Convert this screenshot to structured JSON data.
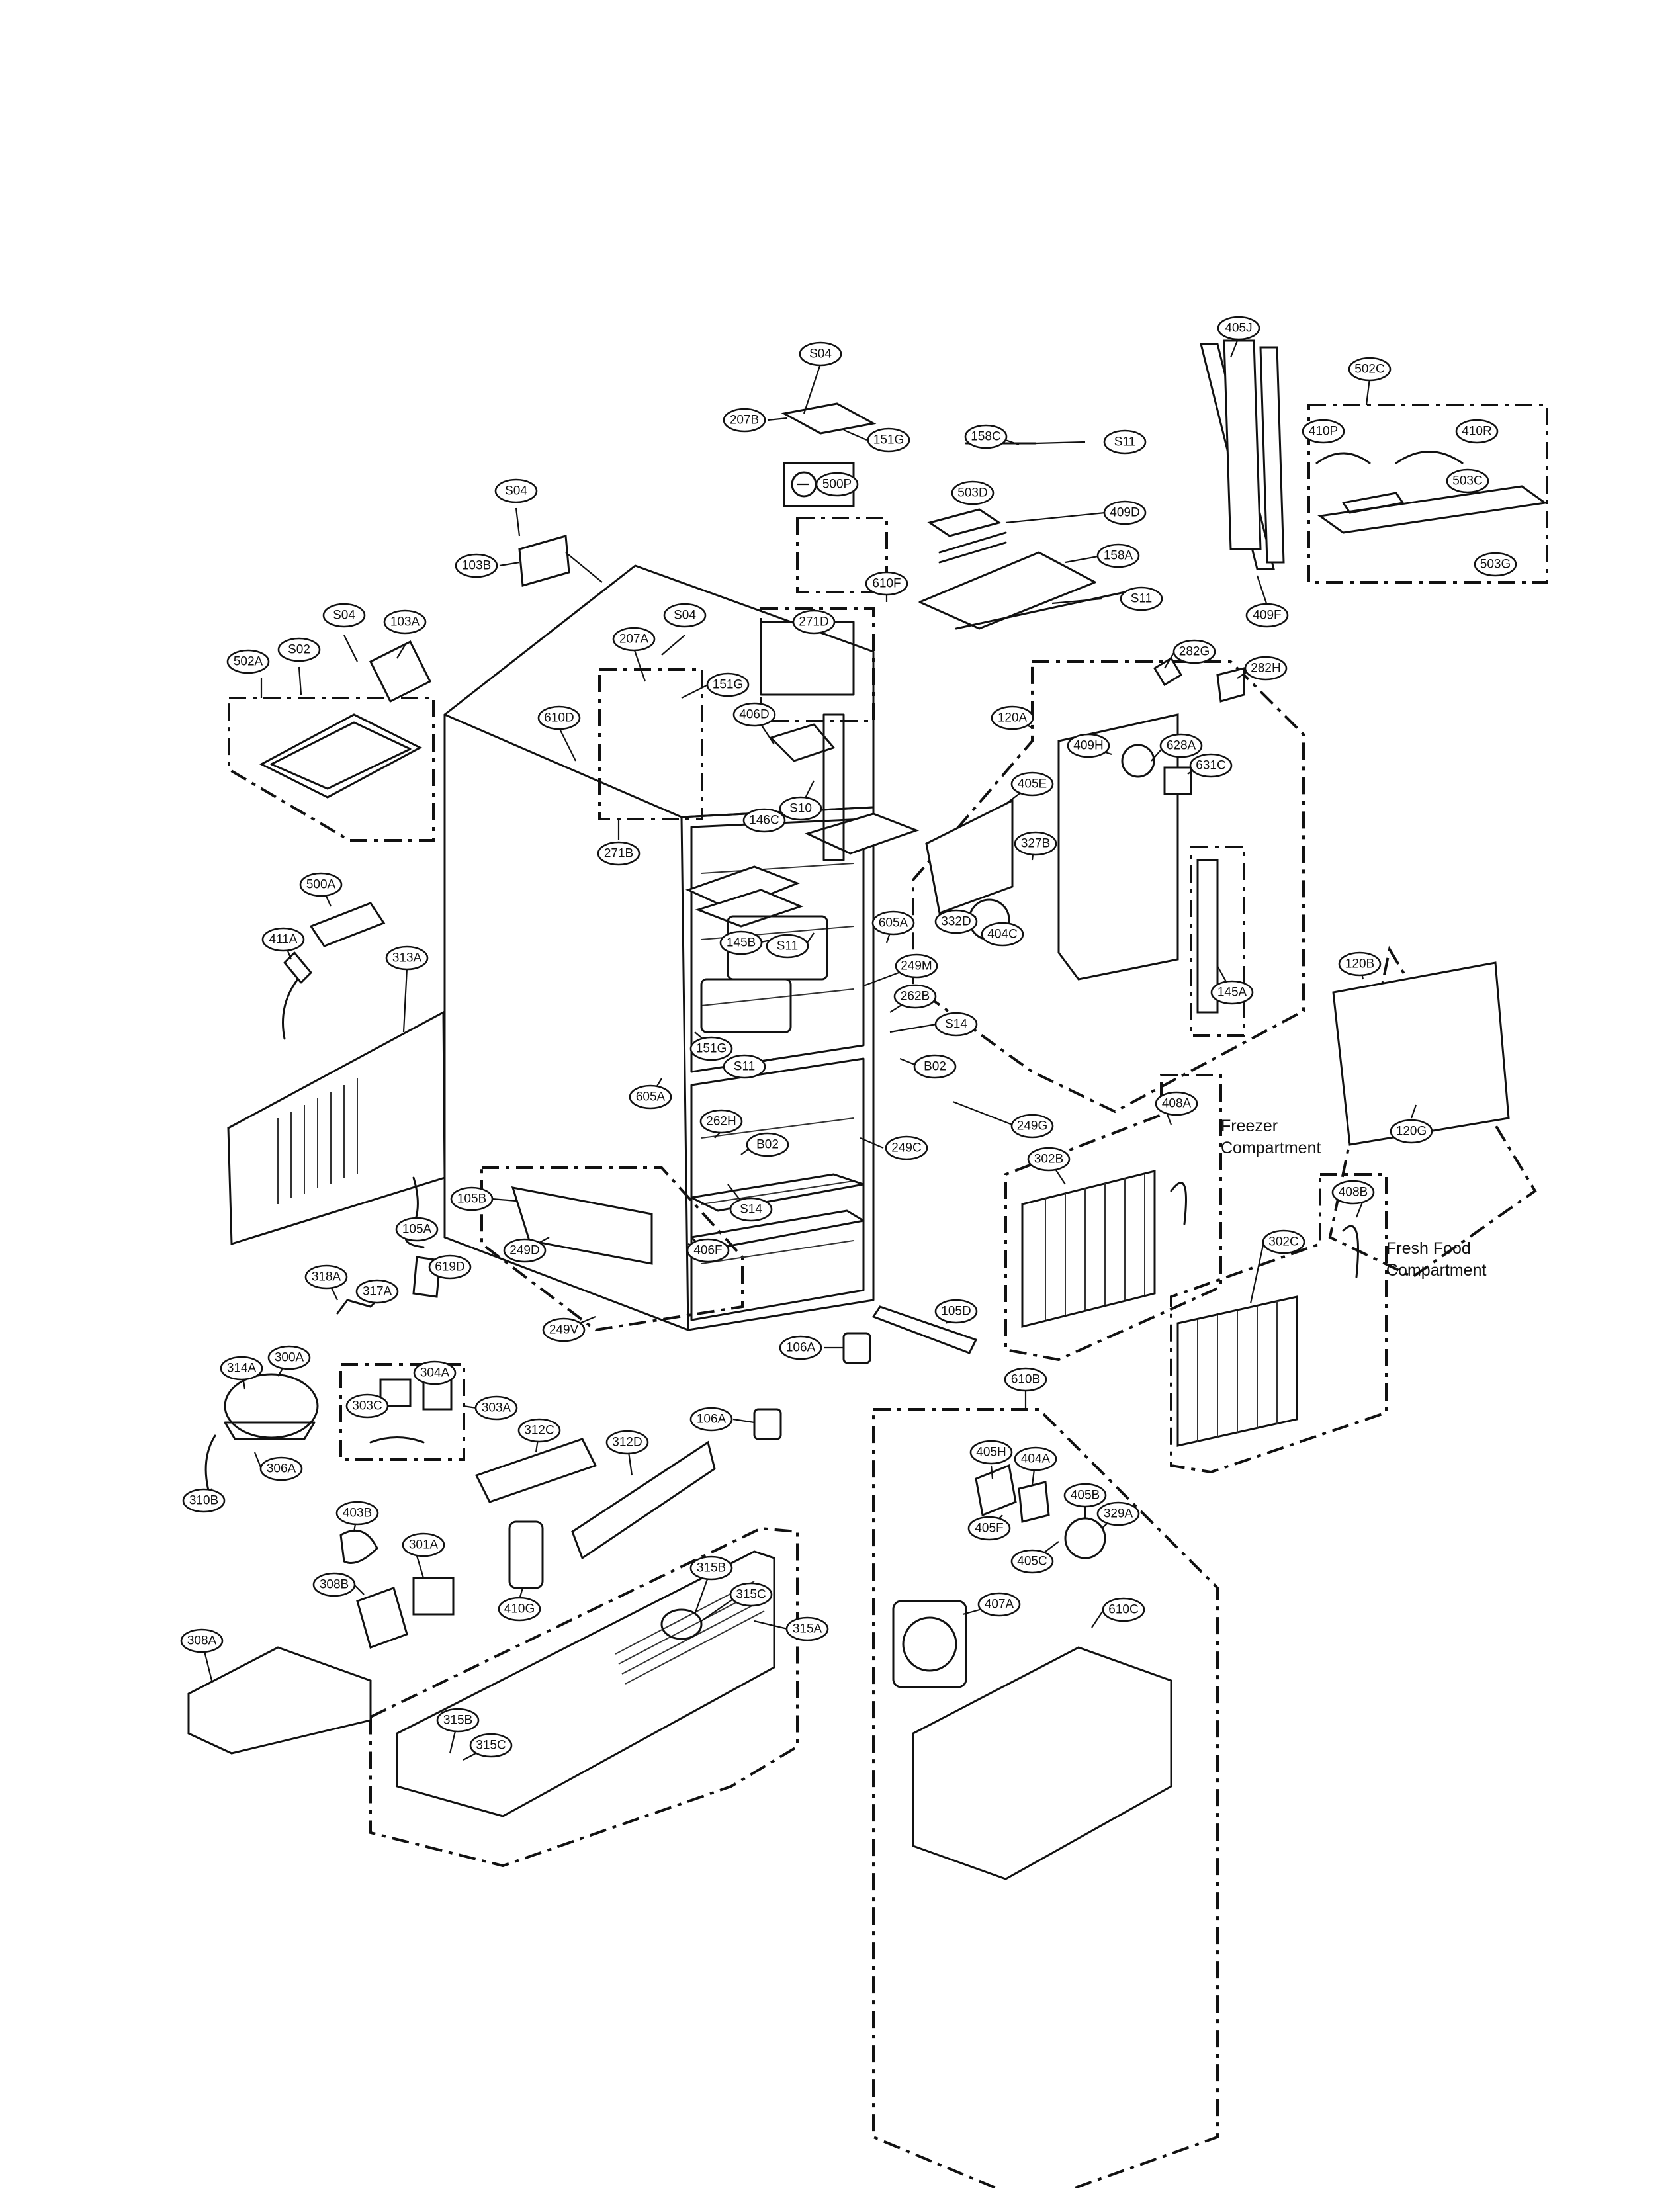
{
  "callouts": [
    {
      "id": "405J",
      "text": "405J"
    },
    {
      "id": "502C",
      "text": "502C"
    },
    {
      "id": "410P",
      "text": "410P"
    },
    {
      "id": "410R",
      "text": "410R"
    },
    {
      "id": "503C",
      "text": "503C"
    },
    {
      "id": "503G",
      "text": "503G"
    },
    {
      "id": "409F",
      "text": "409F"
    },
    {
      "id": "S04_top",
      "text": "S04"
    },
    {
      "id": "207B",
      "text": "207B"
    },
    {
      "id": "151G_top",
      "text": "151G"
    },
    {
      "id": "158C",
      "text": "158C"
    },
    {
      "id": "S11_top",
      "text": "S11"
    },
    {
      "id": "500P",
      "text": "500P"
    },
    {
      "id": "503D",
      "text": "503D"
    },
    {
      "id": "409D",
      "text": "409D"
    },
    {
      "id": "158A",
      "text": "158A"
    },
    {
      "id": "S11_mid",
      "text": "S11"
    },
    {
      "id": "610F",
      "text": "610F"
    },
    {
      "id": "271D",
      "text": "271D"
    },
    {
      "id": "S04_103B",
      "text": "S04"
    },
    {
      "id": "103B",
      "text": "103B"
    },
    {
      "id": "S04_103A",
      "text": "S04"
    },
    {
      "id": "103A",
      "text": "103A"
    },
    {
      "id": "502A",
      "text": "502A"
    },
    {
      "id": "S02",
      "text": "S02"
    },
    {
      "id": "207A",
      "text": "207A"
    },
    {
      "id": "S04_207A",
      "text": "S04"
    },
    {
      "id": "151G_mid",
      "text": "151G"
    },
    {
      "id": "610D",
      "text": "610D"
    },
    {
      "id": "406D",
      "text": "406D"
    },
    {
      "id": "146C",
      "text": "146C"
    },
    {
      "id": "S10",
      "text": "S10"
    },
    {
      "id": "271B",
      "text": "271B"
    },
    {
      "id": "282G",
      "text": "282G"
    },
    {
      "id": "282H",
      "text": "282H"
    },
    {
      "id": "120A",
      "text": "120A"
    },
    {
      "id": "409H",
      "text": "409H"
    },
    {
      "id": "628A",
      "text": "628A"
    },
    {
      "id": "631C",
      "text": "631C"
    },
    {
      "id": "405E",
      "text": "405E"
    },
    {
      "id": "327B",
      "text": "327B"
    },
    {
      "id": "332D",
      "text": "332D"
    },
    {
      "id": "404C",
      "text": "404C"
    },
    {
      "id": "145A",
      "text": "145A"
    },
    {
      "id": "500A",
      "text": "500A"
    },
    {
      "id": "411A",
      "text": "411A"
    },
    {
      "id": "145B",
      "text": "145B"
    },
    {
      "id": "S11_box",
      "text": "S11"
    },
    {
      "id": "605A_r",
      "text": "605A"
    },
    {
      "id": "249M",
      "text": "249M"
    },
    {
      "id": "262B",
      "text": "262B"
    },
    {
      "id": "S14_r",
      "text": "S14"
    },
    {
      "id": "B02_r",
      "text": "B02"
    },
    {
      "id": "151G_low",
      "text": "151G"
    },
    {
      "id": "S11_low",
      "text": "S11"
    },
    {
      "id": "605A_l",
      "text": "605A"
    },
    {
      "id": "313A",
      "text": "313A"
    },
    {
      "id": "262H",
      "text": "262H"
    },
    {
      "id": "B02_l",
      "text": "B02"
    },
    {
      "id": "249C",
      "text": "249C"
    },
    {
      "id": "249G",
      "text": "249G"
    },
    {
      "id": "120B",
      "text": "120B"
    },
    {
      "id": "120G",
      "text": "120G"
    },
    {
      "id": "408A",
      "text": "408A"
    },
    {
      "id": "302B",
      "text": "302B"
    },
    {
      "id": "408B",
      "text": "408B"
    },
    {
      "id": "302C",
      "text": "302C"
    },
    {
      "id": "105B",
      "text": "105B"
    },
    {
      "id": "S14_l",
      "text": "S14"
    },
    {
      "id": "105A",
      "text": "105A"
    },
    {
      "id": "249D",
      "text": "249D"
    },
    {
      "id": "406F",
      "text": "406F"
    },
    {
      "id": "619D",
      "text": "619D"
    },
    {
      "id": "318A",
      "text": "318A"
    },
    {
      "id": "317A",
      "text": "317A"
    },
    {
      "id": "249V",
      "text": "249V"
    },
    {
      "id": "106A_a",
      "text": "106A"
    },
    {
      "id": "105D",
      "text": "105D"
    },
    {
      "id": "314A",
      "text": "314A"
    },
    {
      "id": "300A",
      "text": "300A"
    },
    {
      "id": "304A",
      "text": "304A"
    },
    {
      "id": "303C",
      "text": "303C"
    },
    {
      "id": "303A",
      "text": "303A"
    },
    {
      "id": "306A",
      "text": "306A"
    },
    {
      "id": "310B",
      "text": "310B"
    },
    {
      "id": "312C",
      "text": "312C"
    },
    {
      "id": "312D",
      "text": "312D"
    },
    {
      "id": "106A_b",
      "text": "106A"
    },
    {
      "id": "610B",
      "text": "610B"
    },
    {
      "id": "405H",
      "text": "405H"
    },
    {
      "id": "404A",
      "text": "404A"
    },
    {
      "id": "405F",
      "text": "405F"
    },
    {
      "id": "405B",
      "text": "405B"
    },
    {
      "id": "329A",
      "text": "329A"
    },
    {
      "id": "405C",
      "text": "405C"
    },
    {
      "id": "407A",
      "text": "407A"
    },
    {
      "id": "610C",
      "text": "610C"
    },
    {
      "id": "403B",
      "text": "403B"
    },
    {
      "id": "301A",
      "text": "301A"
    },
    {
      "id": "308B",
      "text": "308B"
    },
    {
      "id": "308A",
      "text": "308A"
    },
    {
      "id": "410G",
      "text": "410G"
    },
    {
      "id": "315B_a",
      "text": "315B"
    },
    {
      "id": "315C_a",
      "text": "315C"
    },
    {
      "id": "315A",
      "text": "315A"
    },
    {
      "id": "315B_b",
      "text": "315B"
    },
    {
      "id": "315C_b",
      "text": "315C"
    }
  ],
  "captions": {
    "freezer_line1": "Freezer",
    "freezer_line2": "Compartment",
    "fresh_line1": "Fresh Food",
    "fresh_line2": "Compartment"
  }
}
